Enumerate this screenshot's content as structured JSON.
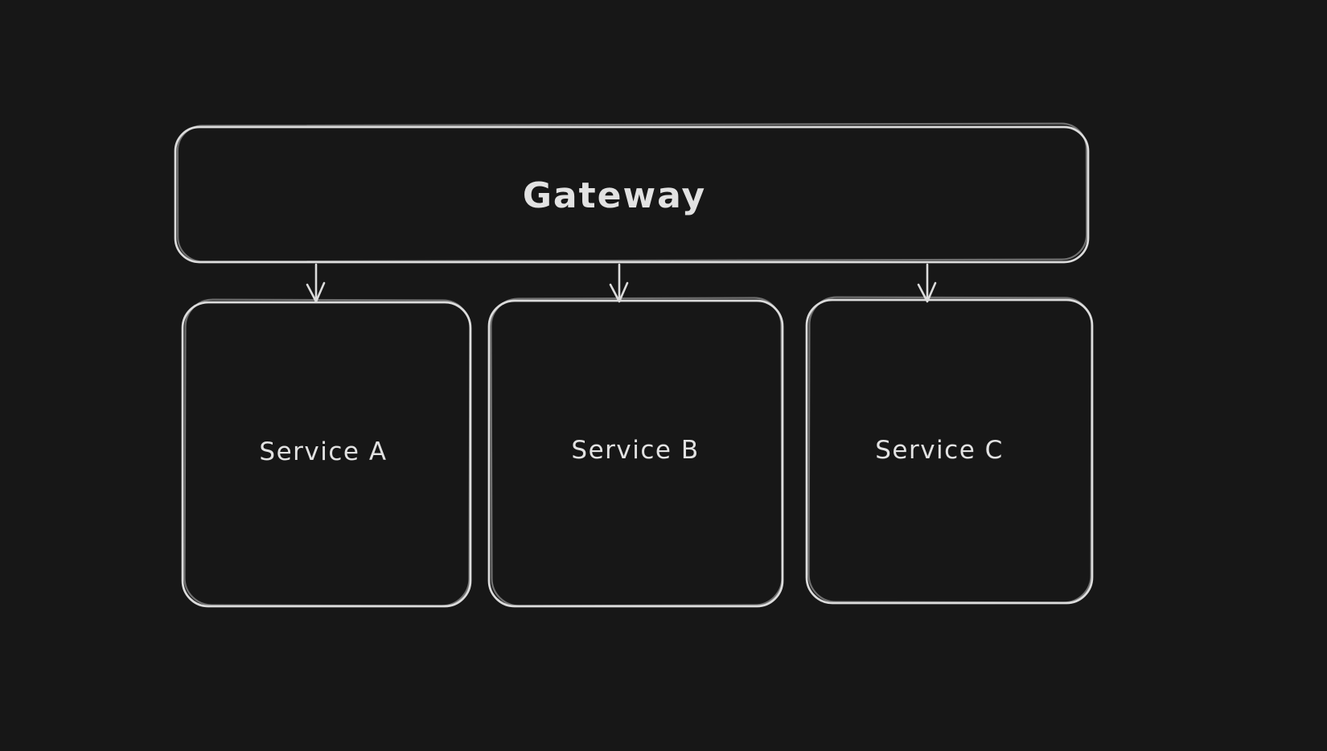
{
  "canvas": {
    "background": "#171717",
    "stroke_color": "#dcdcdc",
    "text_color": "#e2e2e2",
    "style": "hand-drawn-sketch",
    "theme": "dark"
  },
  "diagram": {
    "type": "flowchart",
    "direction": "top-down",
    "nodes": [
      {
        "id": "gateway",
        "label": "Gateway",
        "shape": "rounded-rectangle",
        "role": "source"
      },
      {
        "id": "service-a",
        "label": "Service A",
        "shape": "rounded-rectangle",
        "role": "target"
      },
      {
        "id": "service-b",
        "label": "Service B",
        "shape": "rounded-rectangle",
        "role": "target"
      },
      {
        "id": "service-c",
        "label": "Service C",
        "shape": "rounded-rectangle",
        "role": "target"
      }
    ],
    "edges": [
      {
        "from": "Gateway",
        "to": "Service A",
        "style": "straight-arrow-down"
      },
      {
        "from": "Gateway",
        "to": "Service B",
        "style": "straight-arrow-down"
      },
      {
        "from": "Gateway",
        "to": "Service C",
        "style": "straight-arrow-down"
      }
    ]
  }
}
